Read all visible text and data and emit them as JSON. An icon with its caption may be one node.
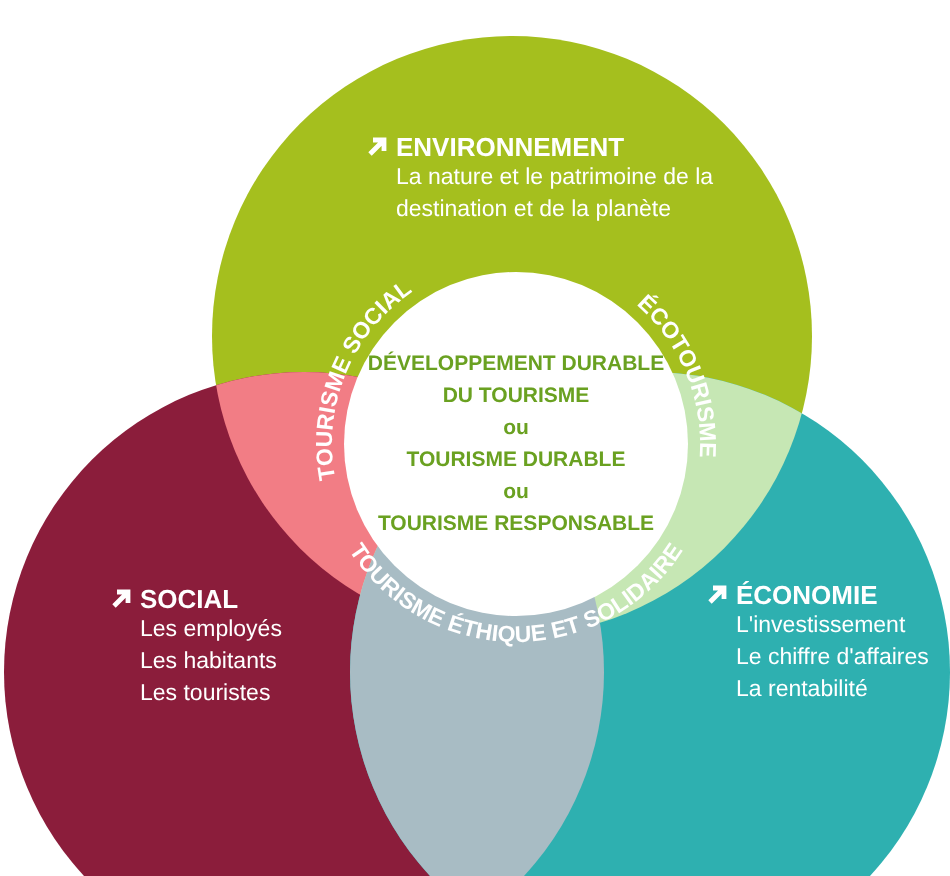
{
  "diagram": {
    "nodes": [
      {
        "text": [
          "ENVIRONNEMENT",
          "La nature et le patrimoine de la destination et de la planète"
        ]
      },
      {
        "text": [
          "SOCIAL",
          "Les employés",
          "Les habitants",
          "Les touristes"
        ]
      },
      {
        "text": [
          "ÉCONOMIE",
          "L'investissement",
          "Le chiffre d'affaires",
          "La rentabilité"
        ]
      },
      {
        "text": [
          "DÉVELOPPEMENT DURABLE DU TOURISME",
          "ou",
          "TOURISME DURABLE",
          "ou",
          "TOURISME RESPONSABLE"
        ]
      }
    ],
    "edges": [],
    "labels": [
      "TOURISME SOCIAL",
      "ÉCOTOURISME",
      "TOURISME ÉTHIQUE ET SOLIDAIRE"
    ]
  }
}
